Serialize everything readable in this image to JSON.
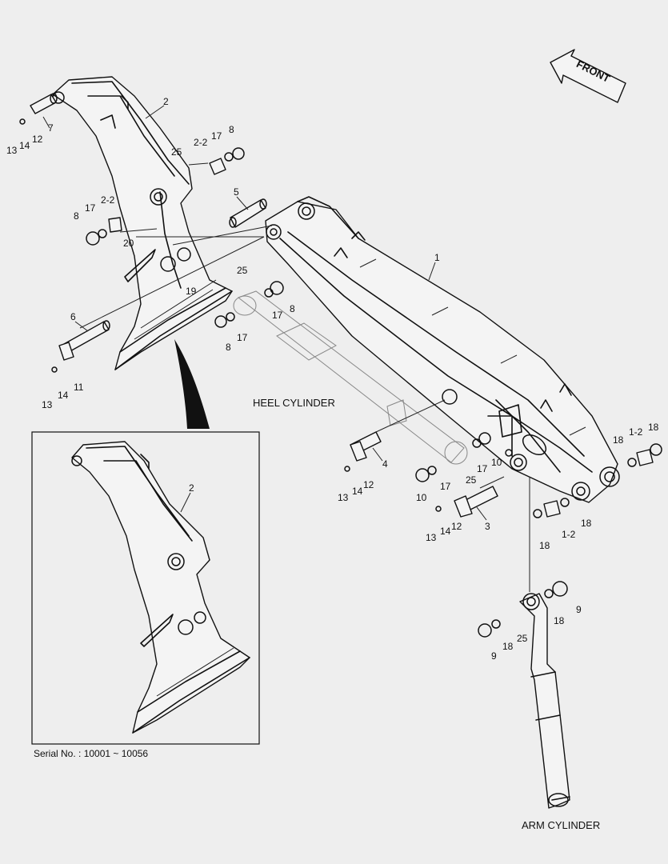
{
  "captions": {
    "heel_cylinder": "HEEL CYLINDER",
    "arm_cylinder": "ARM CYLINDER",
    "serial": "Serial No. : 10001 ~ 10056",
    "front": "FRONT"
  },
  "labels": [
    {
      "id": "l1",
      "text": "1"
    },
    {
      "id": "l1-2a",
      "text": "1-2"
    },
    {
      "id": "l1-2b",
      "text": "1-2"
    },
    {
      "id": "l2",
      "text": "2"
    },
    {
      "id": "l2-inset",
      "text": "2"
    },
    {
      "id": "l2-2a",
      "text": "2-2"
    },
    {
      "id": "l2-2b",
      "text": "2-2"
    },
    {
      "id": "l3",
      "text": "3"
    },
    {
      "id": "l4",
      "text": "4"
    },
    {
      "id": "l5",
      "text": "5"
    },
    {
      "id": "l6",
      "text": "6"
    },
    {
      "id": "l7",
      "text": "7"
    },
    {
      "id": "l8a",
      "text": "8"
    },
    {
      "id": "l8b",
      "text": "8"
    },
    {
      "id": "l8c",
      "text": "8"
    },
    {
      "id": "l8d",
      "text": "8"
    },
    {
      "id": "l9a",
      "text": "9"
    },
    {
      "id": "l9b",
      "text": "9"
    },
    {
      "id": "l10a",
      "text": "10"
    },
    {
      "id": "l10b",
      "text": "10"
    },
    {
      "id": "l11",
      "text": "11"
    },
    {
      "id": "l12a",
      "text": "12"
    },
    {
      "id": "l12b",
      "text": "12"
    },
    {
      "id": "l12c",
      "text": "12"
    },
    {
      "id": "l13a",
      "text": "13"
    },
    {
      "id": "l13b",
      "text": "13"
    },
    {
      "id": "l13c",
      "text": "13"
    },
    {
      "id": "l13d",
      "text": "13"
    },
    {
      "id": "l14a",
      "text": "14"
    },
    {
      "id": "l14b",
      "text": "14"
    },
    {
      "id": "l14c",
      "text": "14"
    },
    {
      "id": "l14d",
      "text": "14"
    },
    {
      "id": "l17a",
      "text": "17"
    },
    {
      "id": "l17b",
      "text": "17"
    },
    {
      "id": "l17c",
      "text": "17"
    },
    {
      "id": "l17d",
      "text": "17"
    },
    {
      "id": "l17e",
      "text": "17"
    },
    {
      "id": "l17f",
      "text": "17"
    },
    {
      "id": "l18a",
      "text": "18"
    },
    {
      "id": "l18b",
      "text": "18"
    },
    {
      "id": "l18c",
      "text": "18"
    },
    {
      "id": "l18d",
      "text": "18"
    },
    {
      "id": "l18e",
      "text": "18"
    },
    {
      "id": "l18f",
      "text": "18"
    },
    {
      "id": "l19",
      "text": "19"
    },
    {
      "id": "l20",
      "text": "20"
    },
    {
      "id": "l25a",
      "text": "25"
    },
    {
      "id": "l25b",
      "text": "25"
    },
    {
      "id": "l25c",
      "text": "25"
    },
    {
      "id": "l25d",
      "text": "25"
    }
  ]
}
